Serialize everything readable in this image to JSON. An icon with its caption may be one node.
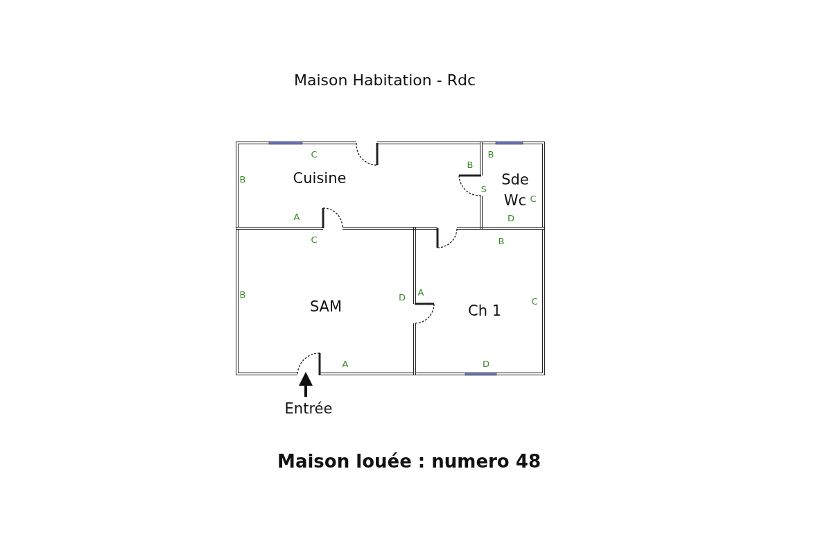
{
  "diagram": {
    "title": "Maison Habitation - Rdc",
    "caption": "Maison louée : numero 48",
    "nodes": [
      {
        "text": [
          "Cuisine"
        ]
      },
      {
        "text": [
          "Sde Wc"
        ]
      },
      {
        "text": [
          "SAM"
        ]
      },
      {
        "text": [
          "Ch 1"
        ]
      },
      {
        "text": [
          "Entrée"
        ]
      }
    ],
    "edges": [
      {
        "from": 4,
        "to": 2,
        "arrow": "to"
      }
    ],
    "labels": [
      "C",
      "B",
      "B",
      "B",
      "S",
      "C",
      "A",
      "D",
      "C",
      "B",
      "B",
      "D",
      "A",
      "C",
      "A",
      "D"
    ]
  }
}
